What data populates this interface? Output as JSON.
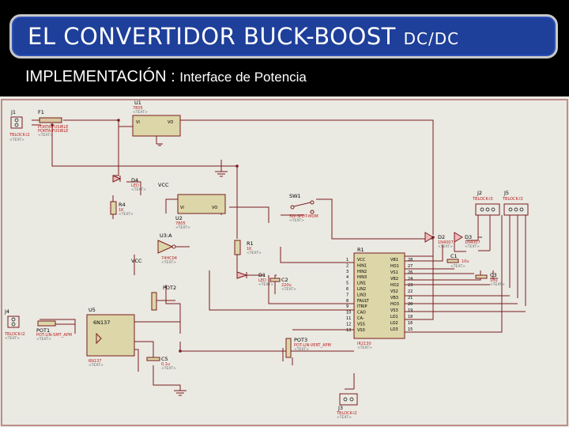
{
  "header": {
    "title": "EL CONVERTIDOR  BUCK-BOOST",
    "title_suffix": "DC/DC",
    "subtitle_main": "IMPLEMENTACIÓN :",
    "subtitle_detail": "Interface de Potencia"
  },
  "schematic": {
    "text_placeholder": "<TEXT>",
    "components": {
      "j1": {
        "ref": "J1",
        "value": "TBLOCK-I2"
      },
      "f1": {
        "ref": "F1",
        "value1": "PORTA-FUSIBLE",
        "value2": "PORTA-FUSIBLE"
      },
      "u1": {
        "ref": "U1",
        "value": "7805",
        "pin_vi": "VI",
        "pin_vo": "VO",
        "pin_gnd": "GND"
      },
      "d4": {
        "ref": "D4",
        "value": "LED"
      },
      "r4": {
        "ref": "R4",
        "value": "1K"
      },
      "vcc1": {
        "label": "VCC"
      },
      "u2": {
        "ref": "U2",
        "value": "7805",
        "pin_vi": "VI",
        "pin_vo": "VO",
        "pin_gnd": "GND"
      },
      "sw1": {
        "ref": "SW1",
        "value": "SW-SPDT-MOM"
      },
      "u3a": {
        "ref": "U3:A",
        "value": "74HC04"
      },
      "vcc2": {
        "label": "VCC"
      },
      "r1": {
        "ref": "R1",
        "value": "1K"
      },
      "d1": {
        "ref": "D1",
        "value": "LED"
      },
      "c2": {
        "ref": "C2",
        "value": "220u"
      },
      "pot2": {
        "ref": "POT2"
      },
      "j4": {
        "ref": "J4",
        "value": "TBLOCK-I2"
      },
      "pot1": {
        "ref": "POT1",
        "value": "POT-LIN-SMT_APM"
      },
      "u5": {
        "ref": "U5",
        "value": "6N137",
        "sub": "6N137"
      },
      "c5": {
        "ref": "C5",
        "value": "0.1u"
      },
      "pot3": {
        "ref": "POT3",
        "value": "POT-LIN-VERT_APM"
      },
      "r_ir": {
        "ref": "R1",
        "value": "IR2130"
      },
      "d2": {
        "ref": "D2",
        "value": "1N4007"
      },
      "d3": {
        "ref": "D3",
        "value": "1N4007"
      },
      "j2": {
        "ref": "J2",
        "value": "TBLOCK-I3"
      },
      "j5": {
        "ref": "J5",
        "value": "TBLOCK-I3"
      },
      "c1": {
        "ref": "C1",
        "value": "10u"
      },
      "c3": {
        "ref": "C3",
        "value": "10u"
      },
      "j3": {
        "ref": "J3",
        "value": "TBLOCK-I2"
      },
      "ic_pins_left": [
        "VCC",
        "HIN1",
        "HIN2",
        "HIN3",
        "LIN1",
        "LIN2",
        "LIN3",
        "FAULT",
        "ITRIP",
        "CAO",
        "CA-",
        "VSS",
        "VS0"
      ],
      "ic_pins_right": [
        "VB1",
        "HO1",
        "VS1",
        "VB2",
        "HO2",
        "VS2",
        "VB3",
        "HO3",
        "VS3",
        "LO1",
        "LO2",
        "LO3"
      ],
      "ic_pin_nums_left": [
        "1",
        "2",
        "3",
        "4",
        "5",
        "6",
        "7",
        "8",
        "9",
        "10",
        "11",
        "12",
        "13"
      ],
      "ic_pin_nums_right": [
        "28",
        "27",
        "26",
        "24",
        "23",
        "22",
        "21",
        "20",
        "19",
        "18",
        "16",
        "15"
      ]
    }
  }
}
